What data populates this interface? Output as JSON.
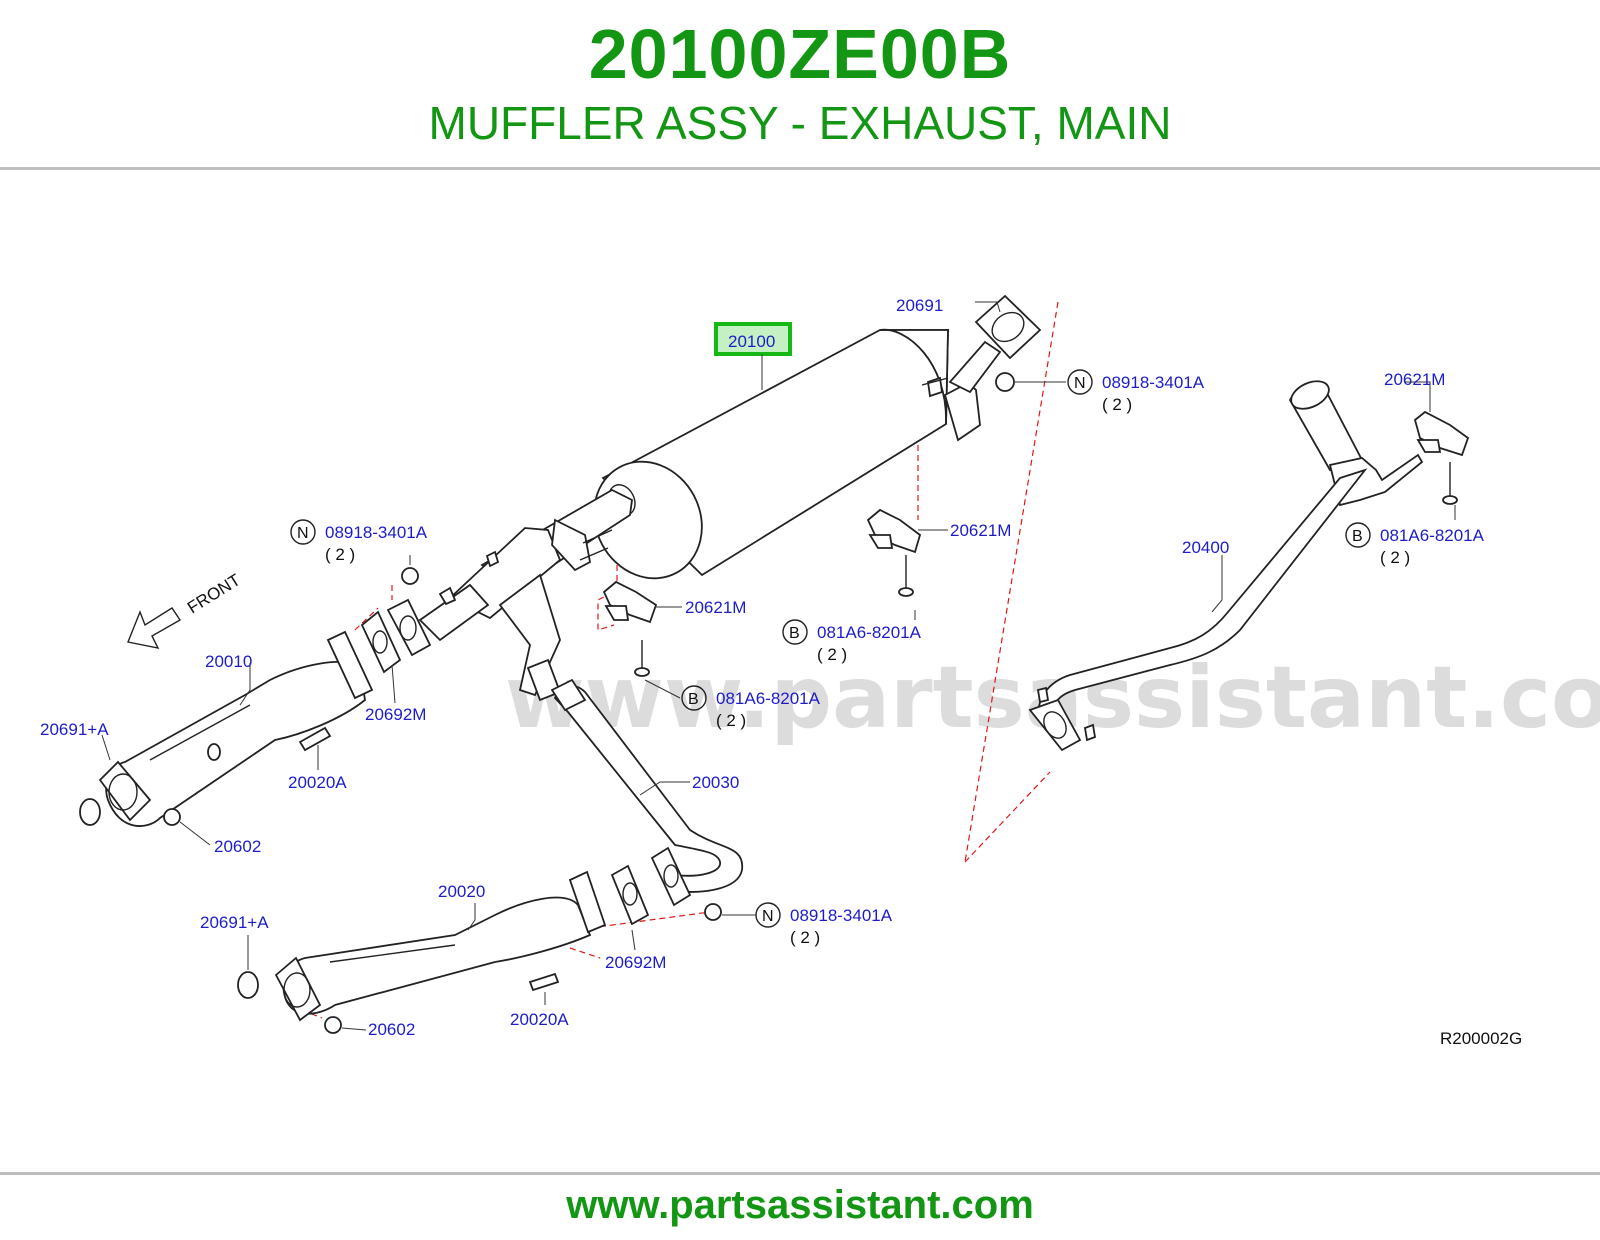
{
  "header": {
    "part_number": "20100ZE00B",
    "description": "MUFFLER ASSY - EXHAUST, MAIN"
  },
  "footer": {
    "url": "www.partsassistant.com"
  },
  "diagram": {
    "watermark": "www.partsassistant.com",
    "reference_code": "R200002G",
    "front_label": "FRONT",
    "highlighted_part": "20100",
    "labels": {
      "muffler": "20100",
      "gasket_top": "20691",
      "nut_top": "08918-3401A",
      "nut_top_qty": "( 2 )",
      "mount_rear": "20621M",
      "bolt_rear": "081A6-8201A",
      "bolt_rear_qty": "( 2 )",
      "tail_pipe": "20400",
      "mount_mid": "20621M",
      "bolt_mid": "081A6-8201A",
      "bolt_mid_qty": "( 2 )",
      "mount_front": "20621M",
      "bolt_front": "081A6-8201A",
      "bolt_front_qty": "( 2 )",
      "nut_left": "08918-3401A",
      "nut_left_qty": "( 2 )",
      "cat_upper": "20010",
      "ring_upper": "20691+A",
      "gasket_upper": "20692M",
      "stud_upper": "20020A",
      "nut_upper": "20602",
      "front_pipe": "20030",
      "nut_lower_right": "08918-3401A",
      "nut_lower_right_qty": "( 2 )",
      "cat_lower": "20020",
      "ring_lower": "20691+A",
      "gasket_lower": "20692M",
      "stud_lower": "20020A",
      "nut_lower": "20602"
    },
    "circle_letters": {
      "nut": "N",
      "bolt": "B"
    }
  }
}
